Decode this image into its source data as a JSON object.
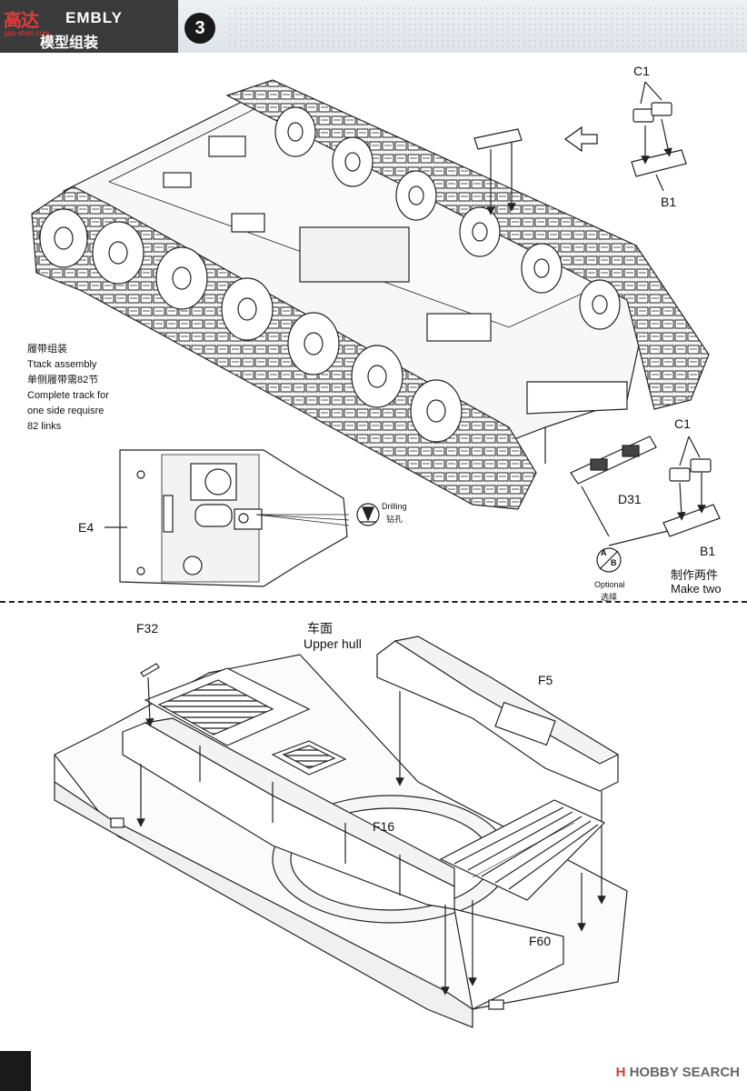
{
  "header": {
    "logo_text": "高达",
    "logo_sub": "gao-shan.com",
    "title_en": "EMBLY",
    "title_cn": "模型组装",
    "step_number": "3"
  },
  "upper_part": {
    "parts": {
      "c1_top": "C1",
      "b1_top": "B1",
      "c1_bottom": "C1",
      "b1_bottom": "B1",
      "d31": "D31",
      "e4": "E4"
    },
    "track_note": {
      "line1": "履带组装",
      "line2": "Ttack assembly",
      "line3": "单侧履带需82节",
      "line4": "Complete track for",
      "line5": "one side requisre",
      "line6": "82 links"
    },
    "drilling": {
      "en": "Drilling",
      "cn": "钻孔"
    },
    "optional": {
      "en": "Optional",
      "cn": "选择",
      "icon_a": "A",
      "icon_b": "B"
    },
    "make_two": {
      "cn": "制作两件",
      "en": "Make two"
    }
  },
  "lower_part": {
    "upper_hull": {
      "cn": "车面",
      "en": "Upper hull"
    },
    "parts": {
      "f32": "F32",
      "f5": "F5",
      "f16": "F16",
      "f60": "F60"
    }
  },
  "footer": {
    "watermark_mark": "H",
    "watermark": "HOBBY SEARCH"
  }
}
